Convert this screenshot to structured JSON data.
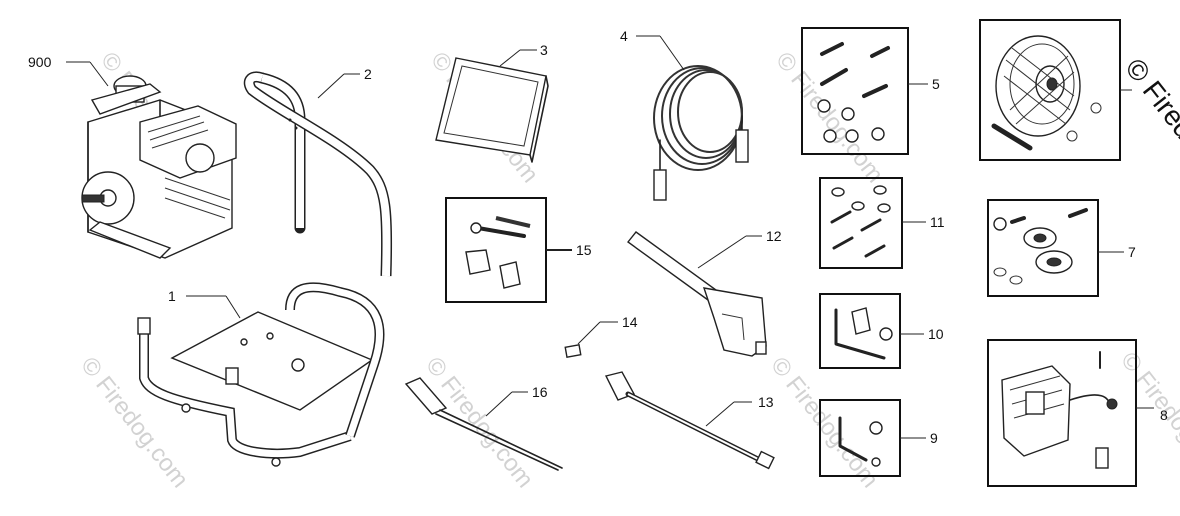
{
  "watermark": {
    "text": "© Firedog.com",
    "corner_text": "© Firedo"
  },
  "callouts": [
    {
      "id": "900",
      "label": "900"
    },
    {
      "id": "1",
      "label": "1"
    },
    {
      "id": "2",
      "label": "2"
    },
    {
      "id": "3",
      "label": "3"
    },
    {
      "id": "4",
      "label": "4"
    },
    {
      "id": "5",
      "label": "5"
    },
    {
      "id": "7",
      "label": "7"
    },
    {
      "id": "8",
      "label": "8"
    },
    {
      "id": "9",
      "label": "9"
    },
    {
      "id": "10",
      "label": "10"
    },
    {
      "id": "11",
      "label": "11"
    },
    {
      "id": "12",
      "label": "12"
    },
    {
      "id": "13",
      "label": "13"
    },
    {
      "id": "14",
      "label": "14"
    },
    {
      "id": "15",
      "label": "15"
    },
    {
      "id": "16",
      "label": "16"
    }
  ]
}
